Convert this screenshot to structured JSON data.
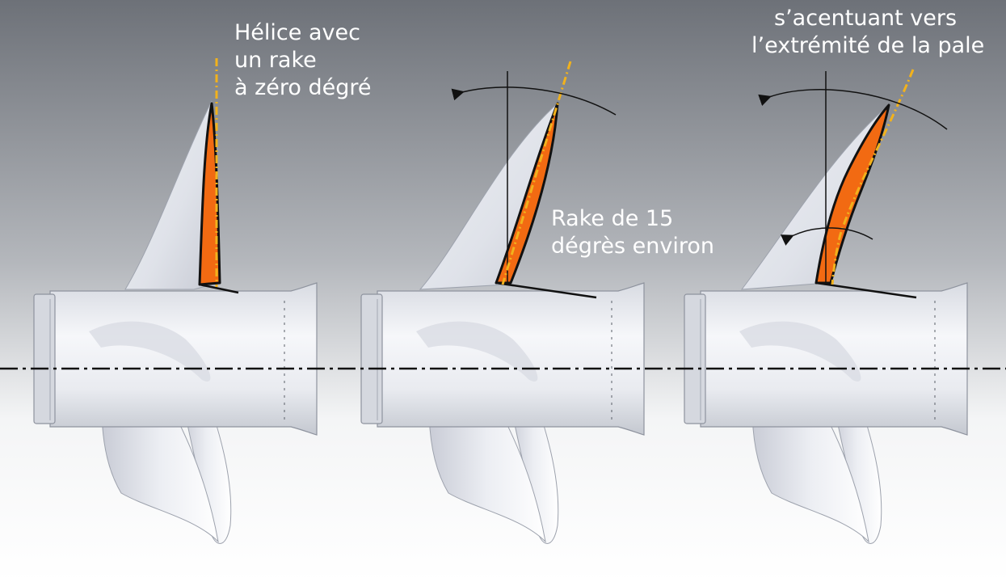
{
  "labels": {
    "zero_rake": [
      "Hélice avec",
      "un rake",
      "à zéro dégré"
    ],
    "rake_15": [
      "Rake de 15",
      "dégrès environ"
    ],
    "progressive": [
      "s’acentuant vers",
      "l’extrémité de la pale"
    ]
  },
  "colors": {
    "background_top": "#6d7178",
    "background_bottom": "#ffffff",
    "profile_orange": "#f26a12",
    "reference_line_yellow": "#f2b21c",
    "outline": "#111111",
    "label_text": "#ffffff"
  },
  "propellers": [
    {
      "name": "zero-rake"
    },
    {
      "name": "fifteen-degree-rake"
    },
    {
      "name": "progressive-rake"
    }
  ]
}
